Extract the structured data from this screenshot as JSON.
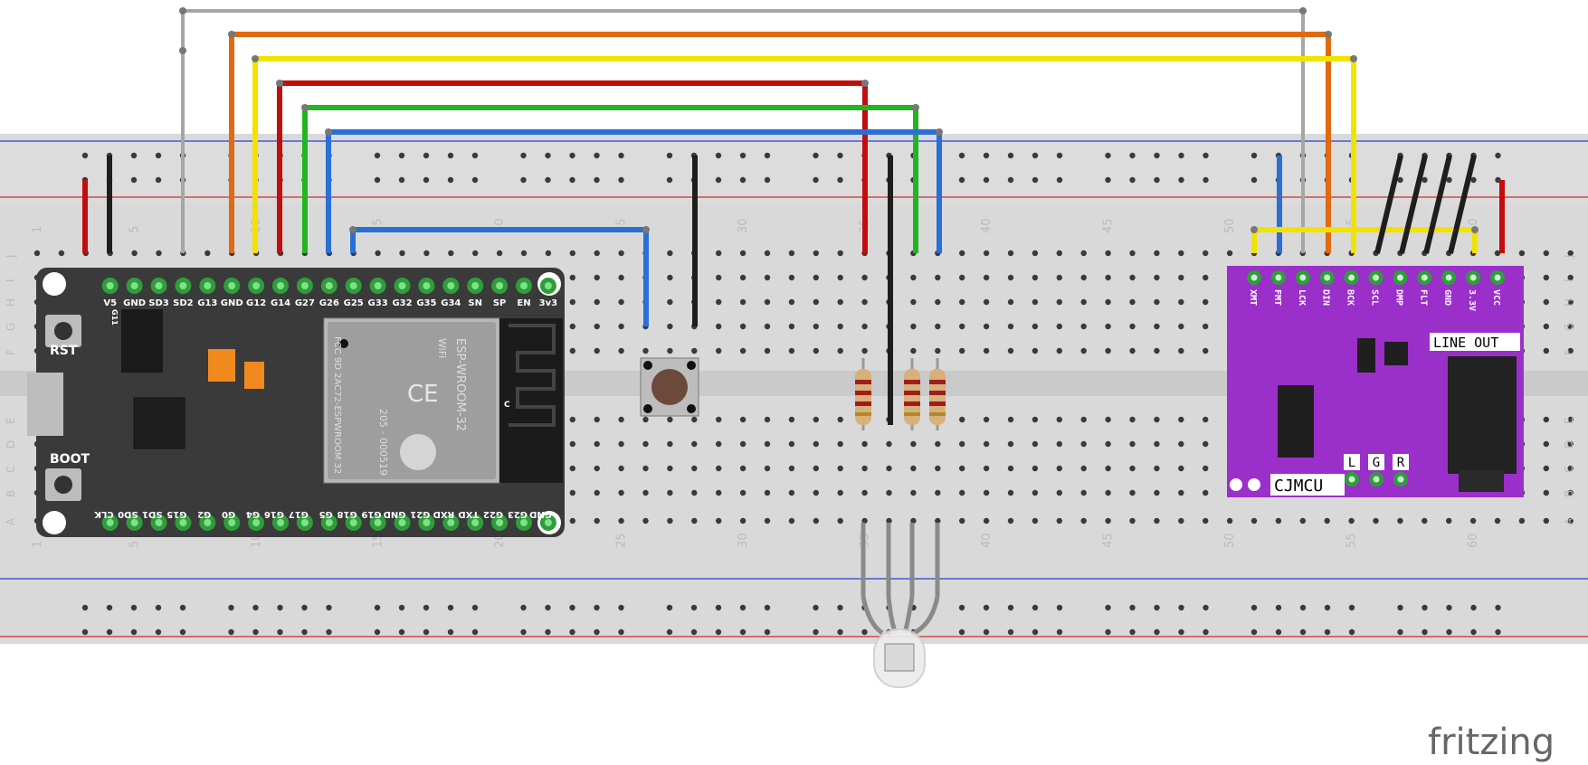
{
  "breadboard": {
    "column_numbers": [
      "1",
      "5",
      "10",
      "15",
      "20",
      "25",
      "30",
      "35",
      "40",
      "45",
      "50",
      "55",
      "60"
    ],
    "row_letters_top": [
      "J",
      "I",
      "H",
      "G",
      "F"
    ],
    "row_letters_bottom": [
      "E",
      "D",
      "C",
      "B",
      "A"
    ]
  },
  "esp32": {
    "top_pins": [
      "V5",
      "GND",
      "SD3",
      "SD2",
      "G13",
      "GND",
      "G12",
      "G14",
      "G27",
      "G26",
      "G25",
      "G33",
      "G32",
      "G35",
      "G34",
      "SN",
      "SP",
      "EN",
      "3v3"
    ],
    "bottom_pins": [
      "CLK",
      "SD0",
      "SD1",
      "G15",
      "G2",
      "G0",
      "G4",
      "G16",
      "G17",
      "G5",
      "G18",
      "G19",
      "GND",
      "G21",
      "RXD",
      "TXD",
      "G22",
      "G23",
      "GND"
    ],
    "rst_label": "RST",
    "boot_label": "BOOT",
    "g11_label": "G11",
    "module_lines": [
      "ESP-WROOM-32",
      "205 - 000519",
      "FCC 9D 2AC72-ESPWROOM 32"
    ],
    "wifi_label": "WiFi",
    "c_label": "C"
  },
  "dac": {
    "pins": [
      "XMT",
      "FMT",
      "LCK",
      "DIN",
      "BCK",
      "SCL",
      "DMP",
      "FLT",
      "GND",
      "3.3V",
      "VCC"
    ],
    "line_out_label": "LINE OUT",
    "brand": "CJMCU",
    "out_pins": [
      "L",
      "G",
      "R"
    ]
  },
  "watermark": "fritzing",
  "colors": {
    "breadboard": "#d9d9d9",
    "esp32_board": "#3a3a3a",
    "dac_board": "#9b2fc9",
    "wire_gray": "#a6a6a6",
    "wire_orange": "#e06a10",
    "wire_yellow": "#f2e200",
    "wire_red": "#c30d0d",
    "wire_green": "#21b521",
    "wire_blue": "#2a6fd6",
    "wire_black": "#1e1e1e"
  }
}
